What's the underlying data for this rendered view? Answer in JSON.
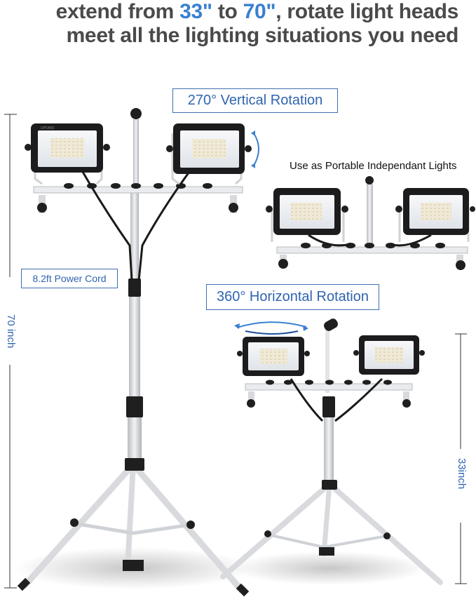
{
  "headline": {
    "line1_prefix": "extend from ",
    "line1_value1": "33\"",
    "line1_mid": " to ",
    "line1_value2": "70\"",
    "line1_suffix": ", rotate light heads",
    "line2": "meet all the lighting situations you need"
  },
  "callouts": {
    "vertical_rotation": "270° Vertical Rotation",
    "horizontal_rotation": "360° Horizontal Rotation",
    "power_cord": "8.2ft Power Cord",
    "portable": "Use as Portable Independant Lights"
  },
  "dimensions": {
    "tall": "70 inch",
    "short": "33inch"
  },
  "brand": "UPOWO",
  "colors": {
    "accent": "#3b7fd0",
    "callout_border": "#3f6fb0",
    "headline_text": "#4a4a4a",
    "light_housing": "#1c1c1e",
    "stand_silver": "#dcdfe3"
  }
}
